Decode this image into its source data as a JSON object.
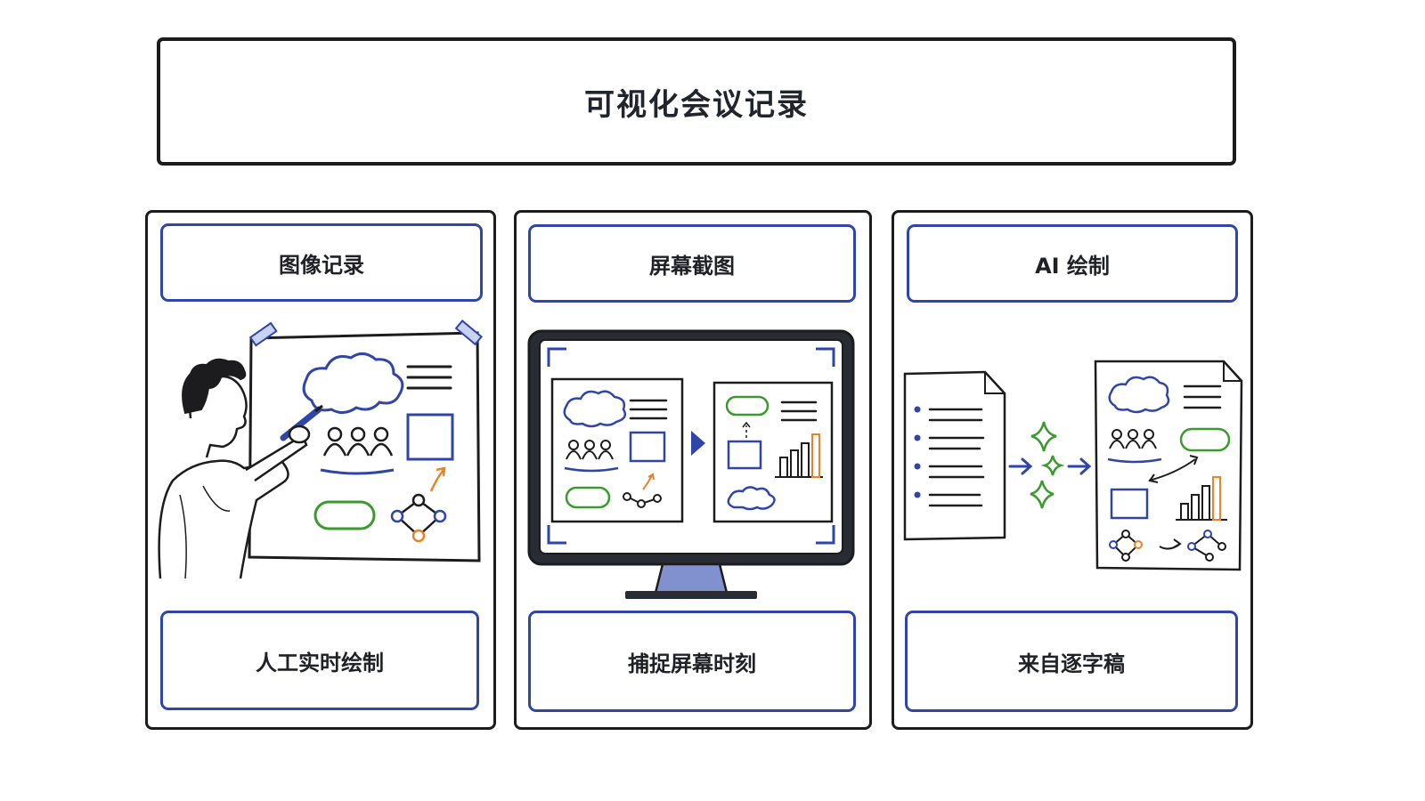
{
  "title": "可视化会议记录",
  "panels": [
    {
      "heading": "图像记录",
      "caption": "人工实时绘制",
      "illustration": "person-drawing-on-whiteboard"
    },
    {
      "heading": "屏幕截图",
      "caption": "捕捉屏幕时刻",
      "illustration": "monitor-with-captured-slides"
    },
    {
      "heading": "AI 绘制",
      "caption": "来自逐字稿",
      "illustration": "transcript-to-visual-document"
    }
  ],
  "colors": {
    "ink": "#1c1c1e",
    "blue": "#2f45a8",
    "green": "#3a9a2e",
    "orange": "#e8832a"
  }
}
